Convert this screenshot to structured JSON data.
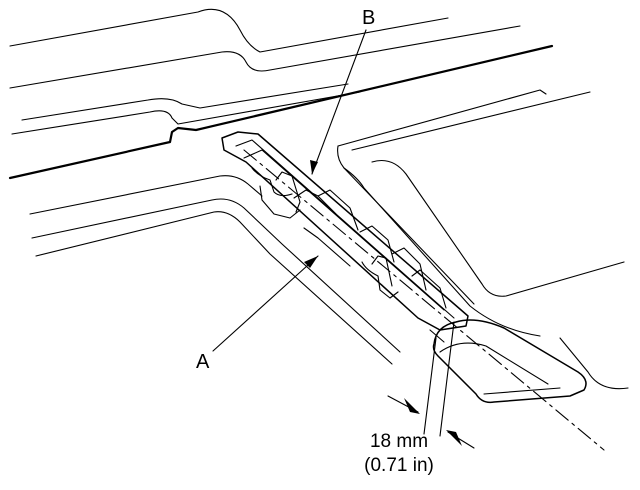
{
  "callouts": {
    "a": "A",
    "b": "B"
  },
  "dimension": {
    "metric": "18 mm",
    "imperial": "(0.71 in)"
  }
}
